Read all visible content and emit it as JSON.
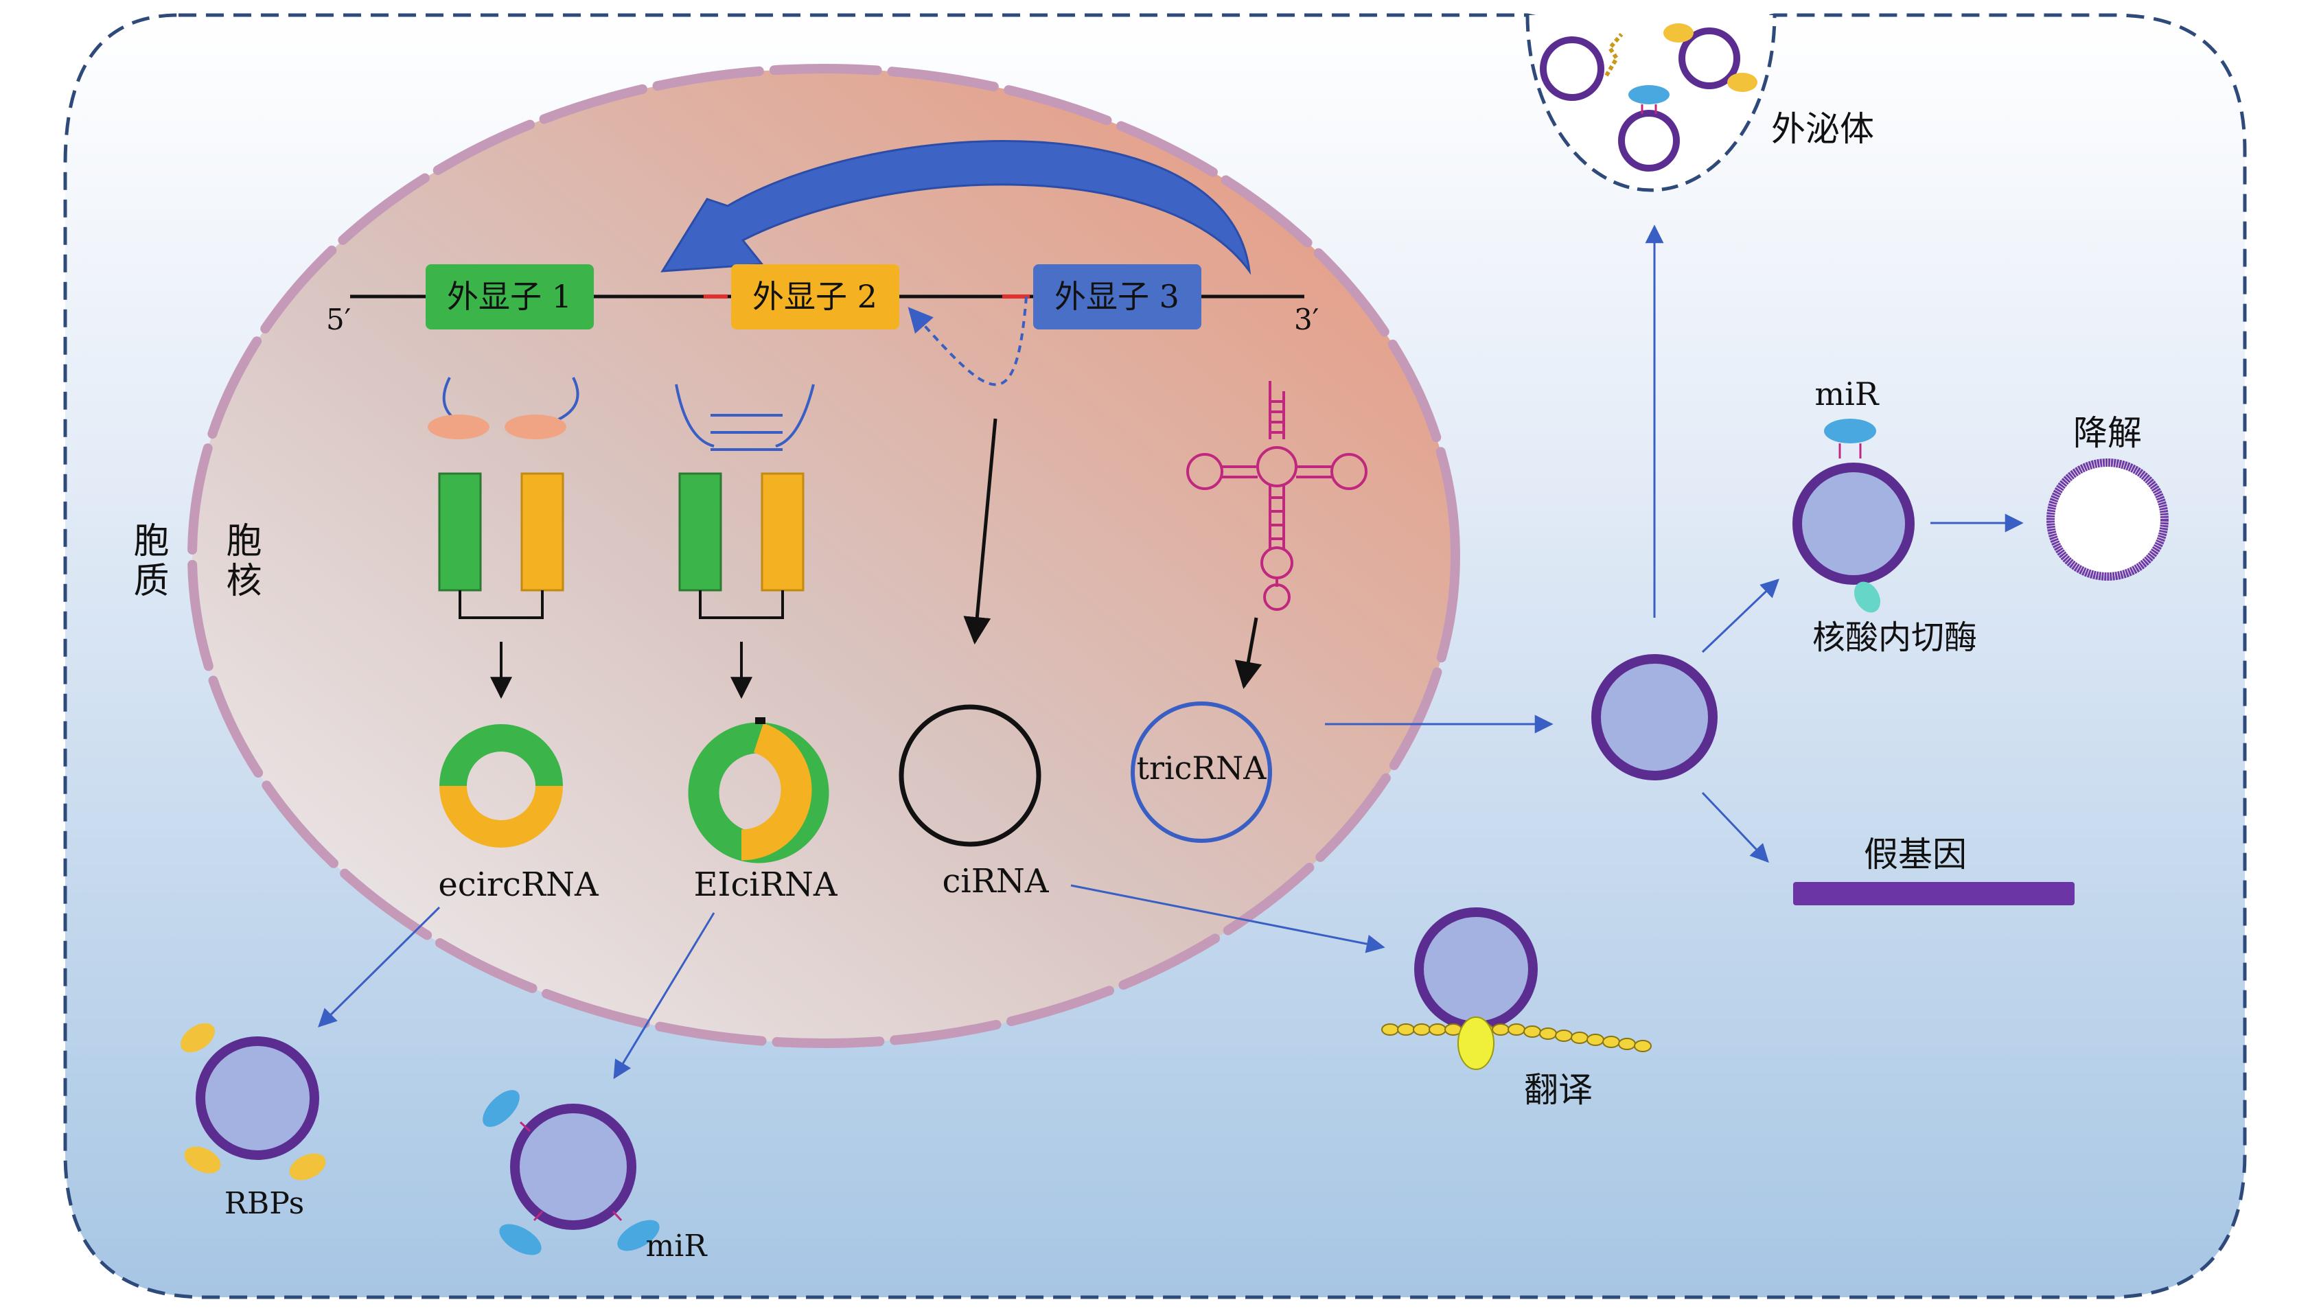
{
  "regions": {
    "cytoplasm_label": "胞质",
    "nucleus_label": "胞核"
  },
  "gene": {
    "five_prime": "5′",
    "three_prime": "3′",
    "exons": [
      {
        "label": "外显子 1",
        "color": "#3bb54a"
      },
      {
        "label": "外显子 2",
        "color": "#f4b223"
      },
      {
        "label": "外显子 3",
        "color": "#4a6fc7"
      }
    ]
  },
  "circrna_types": {
    "ecircrna": "ecircRNA",
    "elcirna": "EIciRNA",
    "cirna": "ciRNA",
    "tricrna": "tricRNA"
  },
  "functions": {
    "exosome": "外泌体",
    "mir_top": "miR",
    "degradation": "降解",
    "endonuclease": "核酸内切酶",
    "pseudogene": "假基因",
    "translation": "翻译",
    "rbps": "RBPs",
    "mir_bottom": "miR"
  },
  "colors": {
    "cell_border": "#2e4a7a",
    "circ_ring": "#5b2d91",
    "circ_fill": "#a3b2e0",
    "arrow_blue": "#3a5fc4",
    "nucleus_membrane": "#c59ab8",
    "mir": "#4aa8e0",
    "rbp": "#f2c23b"
  }
}
